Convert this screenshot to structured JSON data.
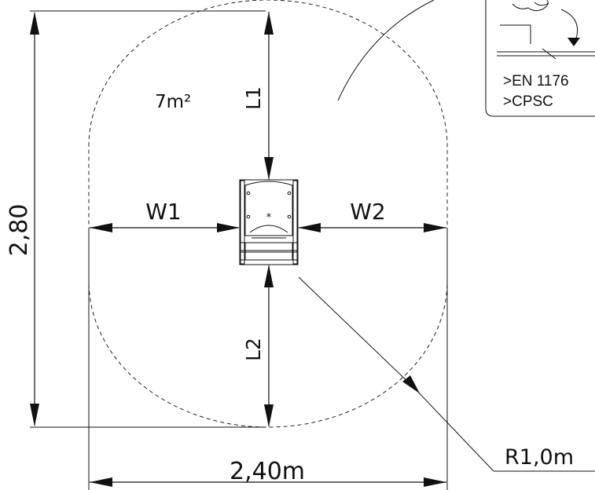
{
  "area_label": "7m²",
  "height_dim": "2,80",
  "width_dim": "2,40m",
  "radius_dim": "R1,0m",
  "labels": {
    "l1": "L1",
    "l2": "L2",
    "w1": "W1",
    "w2": "W2"
  },
  "standards": [
    ">EN 1176",
    ">CPSC"
  ]
}
